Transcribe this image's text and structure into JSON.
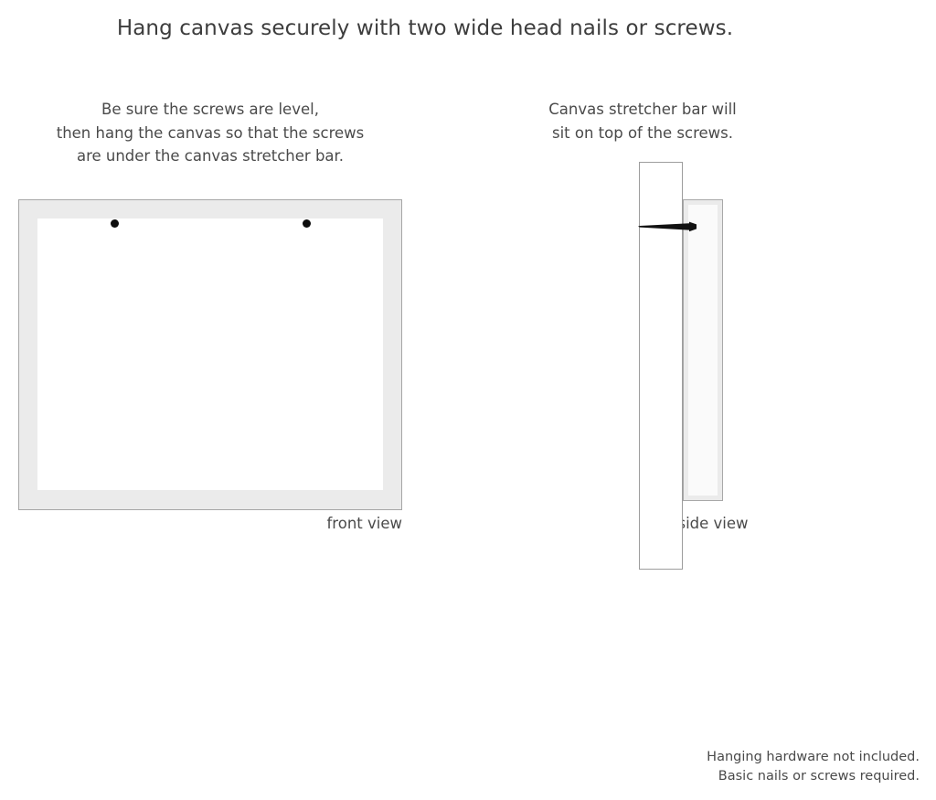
{
  "headline": "Hang canvas securely with two wide head nails or screws.",
  "captions": {
    "left": {
      "lines": [
        "Be sure the screws are level,",
        "then hang the canvas so that the screws",
        "are under the canvas stretcher bar."
      ]
    },
    "right": {
      "lines": [
        "Canvas stretcher bar will",
        "sit on top of the screws."
      ]
    }
  },
  "diagrams": {
    "front": {
      "label": "front view",
      "frame_color": "#ebebeb",
      "frame_border_color": "#a6a6a6",
      "inner_color": "#ffffff",
      "screw_color": "#0d0d0d",
      "screw_count": 2
    },
    "side": {
      "label": "side view",
      "wall_color": "#ffffff",
      "wall_border_color": "#9d9d9d",
      "canvas_color": "#ebebeb",
      "canvas_border_color": "#a8a8a8",
      "screw_color": "#111111",
      "screw_count": 1
    }
  },
  "footer": {
    "lines": [
      "Hanging hardware not included.",
      "Basic nails or screws required."
    ]
  }
}
